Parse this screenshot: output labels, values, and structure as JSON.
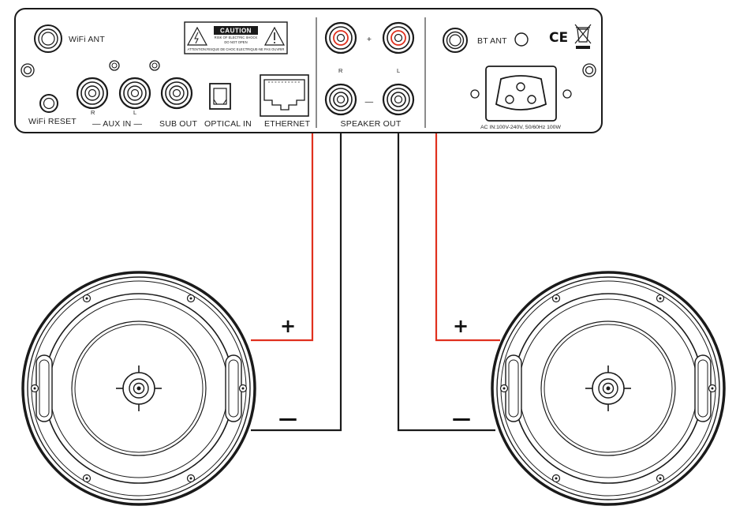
{
  "panel": {
    "wifi_ant": "WiFi ANT",
    "wifi_reset": "WiFi RESET",
    "aux_r": "R",
    "aux_l": "L",
    "aux_in": "— AUX IN —",
    "sub_out": "SUB OUT",
    "optical_in": "OPTICAL IN",
    "ethernet": "ETHERNET",
    "caution_title": "CAUTION",
    "caution_line1": "RISK OF ELECTRIC SHOCK",
    "caution_line2": "DO NOT OPEN",
    "caution_line3": "ATTENTION:RISQUE DE CHOC ELECTRIQUE-NE PAS OUVRIR",
    "spk_r": "R",
    "spk_l": "L",
    "spk_plus": "+",
    "spk_minus": "—",
    "speaker_out": "SPEAKER OUT",
    "bt_ant": "BT ANT",
    "ce_mark": "CE",
    "ac_in": "AC IN:100V-240V, 50/60Hz 100W"
  },
  "wiring": {
    "left_plus": "+",
    "left_minus": "—",
    "right_plus": "+",
    "right_minus": "—"
  },
  "colors": {
    "positive_wire": "#e0301e",
    "negative_wire": "#1a1a1a",
    "outline": "#1a1a1a"
  }
}
